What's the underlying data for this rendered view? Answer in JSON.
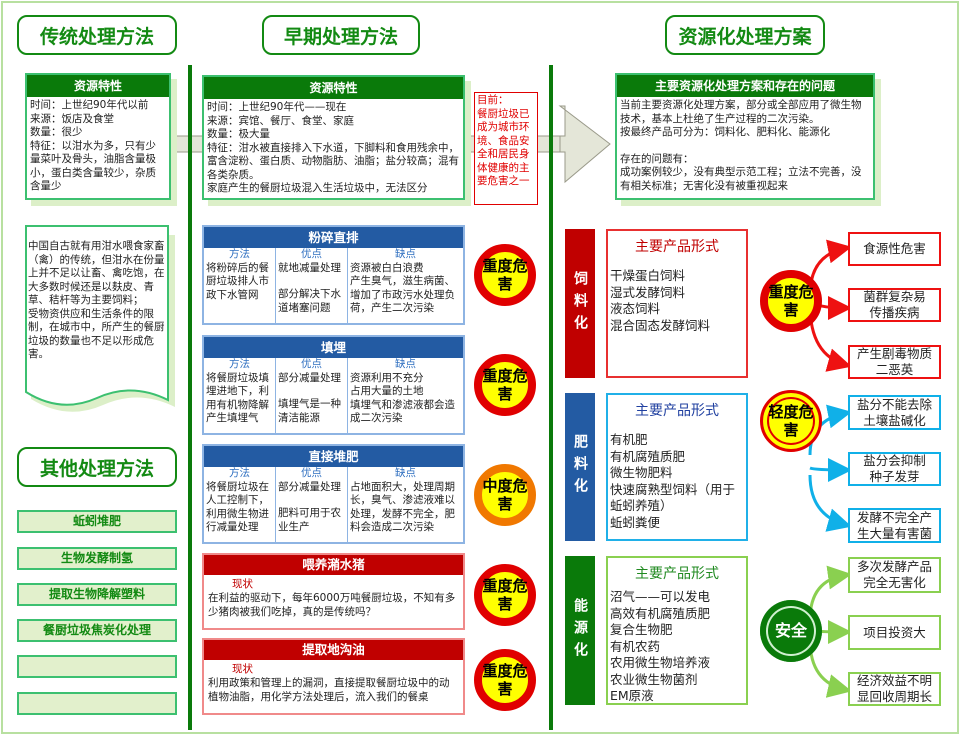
{
  "headers": {
    "traditional": "传统处理方法",
    "early": "早期处理方法",
    "resource": "资源化处理方案",
    "other": "其他处理方法"
  },
  "traditional": {
    "box_title": "资源特性",
    "lines": [
      "时间：上世纪90年代以前",
      "来源：饭店及食堂",
      "数量：很少",
      "特征：以泔水为多，只有少量菜叶及骨头，油脂含量极小，蛋白类含量较少，杂质含量少"
    ],
    "note": [
      "中国自古就有用泔水喂食家畜（禽）的传统，但泔水在份量上并不足以让畜、禽吃饱，在大多数时候还是以麸皮、青草、秸杆等为主要饲料；",
      "受物资供应和生活条件的限制，在城市中，所产生的餐厨垃圾的数量也不足以形成危害。"
    ]
  },
  "other_methods": [
    "蚯蚓堆肥",
    "生物发酵制氢",
    "提取生物降解塑料",
    "餐厨垃圾焦炭化处理",
    "",
    ""
  ],
  "early": {
    "box_title": "资源特性",
    "lines": [
      "时间：上世纪90年代——现在",
      "来源：宾馆、餐厅、食堂、家庭",
      "数量：极大量",
      "特征：泔水被直接排入下水道，下脚料和食用残余中，富含淀粉、蛋白质、动物脂肪、油脂；盐分较高；混有各类杂质。",
      "家庭产生的餐厨垃圾混入生活垃圾中，无法区分"
    ],
    "note": [
      "目前：",
      "餐厨垃圾已成为城市环境、食品安全和居民身体健康的主要危害之一"
    ],
    "col_heads": [
      "方法",
      "优点",
      "缺点"
    ],
    "methods": [
      {
        "title": "粉碎直排",
        "method": "将粉碎后的餐厨垃圾排人市政下水管网",
        "pros": [
          "就地减量处理",
          "部分解决下水道堵塞问题"
        ],
        "cons": [
          "资源被白白浪费",
          "产生臭气，滋生病菌、增加了市政污水处理负荷，产生二次污染"
        ],
        "hazard": "重度危害"
      },
      {
        "title": "填埋",
        "method": "将餐厨垃圾填埋进地下，利用有机物降解产生填埋气",
        "pros": [
          "部分减量处理",
          "填埋气是一种清洁能源"
        ],
        "cons": [
          "资源利用不充分",
          "占用大量的土地",
          "填埋气和渗滤液都会造成二次污染"
        ],
        "hazard": "重度危害"
      },
      {
        "title": "直接堆肥",
        "method": "将餐厨垃圾在人工控制下，利用微生物进行减量处理",
        "pros": [
          "部分减量处理",
          "肥料可用于农业生产"
        ],
        "cons": [
          "占地面积大，处理周期长，臭气、渗滤液难以处理，发酵不完全，肥料会造成二次污染"
        ],
        "hazard": "中度危害"
      }
    ],
    "status_label": "现状",
    "bad": [
      {
        "title": "喂养潲水猪",
        "text": "在利益的驱动下，每年6000万吨餐厨垃圾，不知有多少猪肉被我们吃掉，真的是传统吗？",
        "hazard": "重度危害"
      },
      {
        "title": "提取地沟油",
        "text": "利用政策和管理上的漏洞，直接提取餐厨垃圾中的动植物油脂，用化学方法处理后，流入我们的餐桌",
        "hazard": "重度危害"
      }
    ]
  },
  "resource": {
    "box_title": "主要资源化处理方案和存在的问题",
    "lines": [
      "当前主要资源化处理方案，部分或全部应用了微生物技术，基本上杜绝了生产过程的二次污染。",
      "按最终产品可分为：饲料化、肥料化、能源化",
      "",
      "存在的问题有：",
      "成功案例较少，没有典型示范工程；立法不完善，没有相关标准；无害化没有被重视起来"
    ],
    "product_heading": "主要产品形式",
    "routes": [
      {
        "label": "饲料化",
        "color": "#c00000",
        "products": [
          "干燥蛋白饲料",
          "湿式发酵饲料",
          "液态饲料",
          "混合固态发酵饲料"
        ],
        "hazard": "重度危害",
        "outcomes": [
          "食源性危害",
          "菌群复杂易传播疾病",
          "产生剧毒物质二恶英"
        ]
      },
      {
        "label": "肥料化",
        "color": "#235ba3",
        "products": [
          "有机肥",
          "有机腐殖质肥",
          "微生物肥料",
          "快速腐熟型饲料（用于蚯蚓养殖）",
          "蚯蚓粪便"
        ],
        "hazard": "轻度危害",
        "outcomes": [
          "盐分不能去除土壤盐碱化",
          "盐分会抑制种子发芽",
          "发酵不完全产生大量有害菌"
        ]
      },
      {
        "label": "能源化",
        "color": "#0a7a0a",
        "products": [
          "沼气——可以发电",
          "高效有机腐殖质肥",
          "复合生物肥",
          "有机农药",
          "农用微生物培养液",
          "农业微生物菌剂",
          "EM原液"
        ],
        "hazard": "安全",
        "outcomes": [
          "多次发酵产品完全无害化",
          "项目投资大",
          "经济效益不明显回收周期长"
        ]
      }
    ]
  }
}
